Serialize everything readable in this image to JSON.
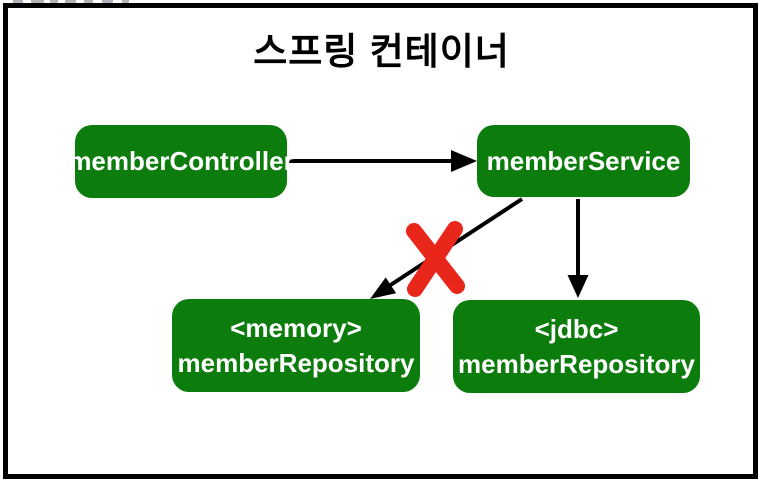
{
  "title": "스프링 컨테이너",
  "boxes": {
    "controller": {
      "label": "memberController"
    },
    "service": {
      "label": "memberService"
    },
    "memory_repo": {
      "line1": "<memory>",
      "line2": "memberRepository"
    },
    "jdbc_repo": {
      "line1": "<jdbc>",
      "line2": "memberRepository"
    }
  },
  "relations": [
    {
      "from": "memberController",
      "to": "memberService",
      "status": "active"
    },
    {
      "from": "memberService",
      "to": "<memory> memberRepository",
      "status": "crossed-out"
    },
    {
      "from": "memberService",
      "to": "<jdbc> memberRepository",
      "status": "active"
    }
  ],
  "colors": {
    "box_green": "#0c7c0c",
    "arrow_black": "#000000",
    "cross_red": "#e8261a",
    "frame_black": "#000000",
    "box_text": "#ffffff",
    "title_black": "#000000"
  }
}
